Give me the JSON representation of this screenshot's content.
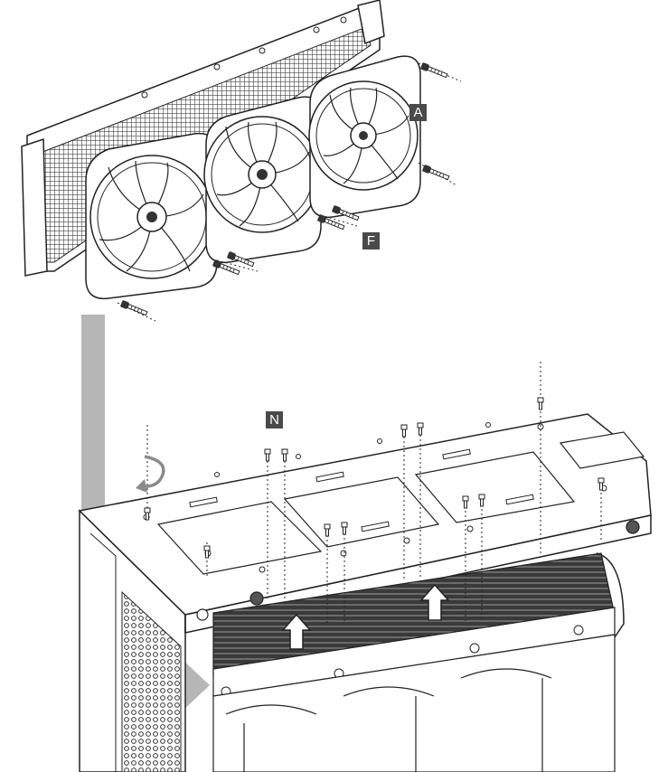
{
  "labels": {
    "a": "A",
    "f": "F",
    "n": "N"
  },
  "colors": {
    "line": "#222222",
    "arrow_gray": "#a9a9a9",
    "label_bg": "#4a4a4a",
    "radiator_dark": "#555555"
  },
  "icons": {
    "rotate": "rotate-arrow-icon",
    "up_arrow": "up-arrow-icon"
  }
}
